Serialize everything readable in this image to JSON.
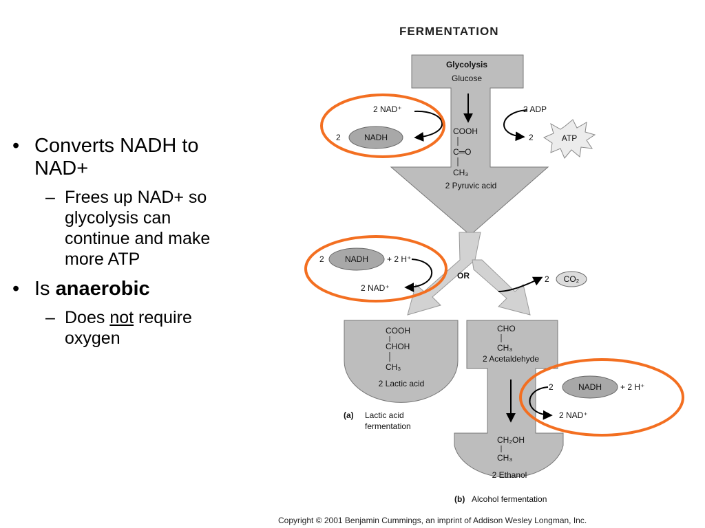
{
  "slide": {
    "bullets": [
      {
        "text": "Converts NADH to NAD+",
        "line1": "Converts NADH to",
        "line2": "NAD+"
      },
      {
        "text": "Frees up NAD+ so glycolysis can continue and make more ATP",
        "lines": [
          "Frees up NAD+ so",
          "glycolysis can",
          "continue and make",
          "more ATP"
        ]
      },
      {
        "prefix": "Is ",
        "bold": "anaerobic"
      },
      {
        "prefix": "Does ",
        "underline": "not",
        "suffix": " require",
        "line2": "oxygen"
      }
    ],
    "bullet_char": "•",
    "dash_char": "–"
  },
  "diagram": {
    "title": "FERMENTATION",
    "glycolysis": "Glycolysis",
    "glucose": "Glucose",
    "nad_plus_2": "2 NAD⁺",
    "nadh_label": "NADH",
    "two": "2",
    "adp": "2 ADP",
    "atp": "ATP",
    "cooh": "COOH",
    "co": "C═O",
    "ch3": "CH₃",
    "pyruvic": "2 Pyruvic acid",
    "h_plus": "+ 2 H⁺",
    "or": "OR",
    "nad_plus_out": "2 NAD⁺",
    "co2": "CO₂",
    "lactic_cooh": "COOH",
    "lactic_choh": "CHOH",
    "lactic_ch3": "CH₃",
    "lactic_acid": "2 Lactic acid",
    "cho": "CHO",
    "acet_ch3": "CH₃",
    "acetaldehyde": "2 Acetaldehyde",
    "ch2oh": "CH₂OH",
    "eth_ch3": "CH₃",
    "ethanol": "2 Ethanol",
    "caption_a_letter": "(a)",
    "caption_a_1": "Lactic acid",
    "caption_a_2": "fermentation",
    "caption_b_letter": "(b)",
    "caption_b": "Alcohol fermentation",
    "copyright": "Copyright © 2001 Benjamin Cummings, an imprint of Addison Wesley Longman, Inc."
  },
  "colors": {
    "highlight": "#f36f21",
    "gray_fill": "#bdbdbd",
    "gray_stroke": "#777777",
    "oval_fill": "#a8a8a8"
  }
}
